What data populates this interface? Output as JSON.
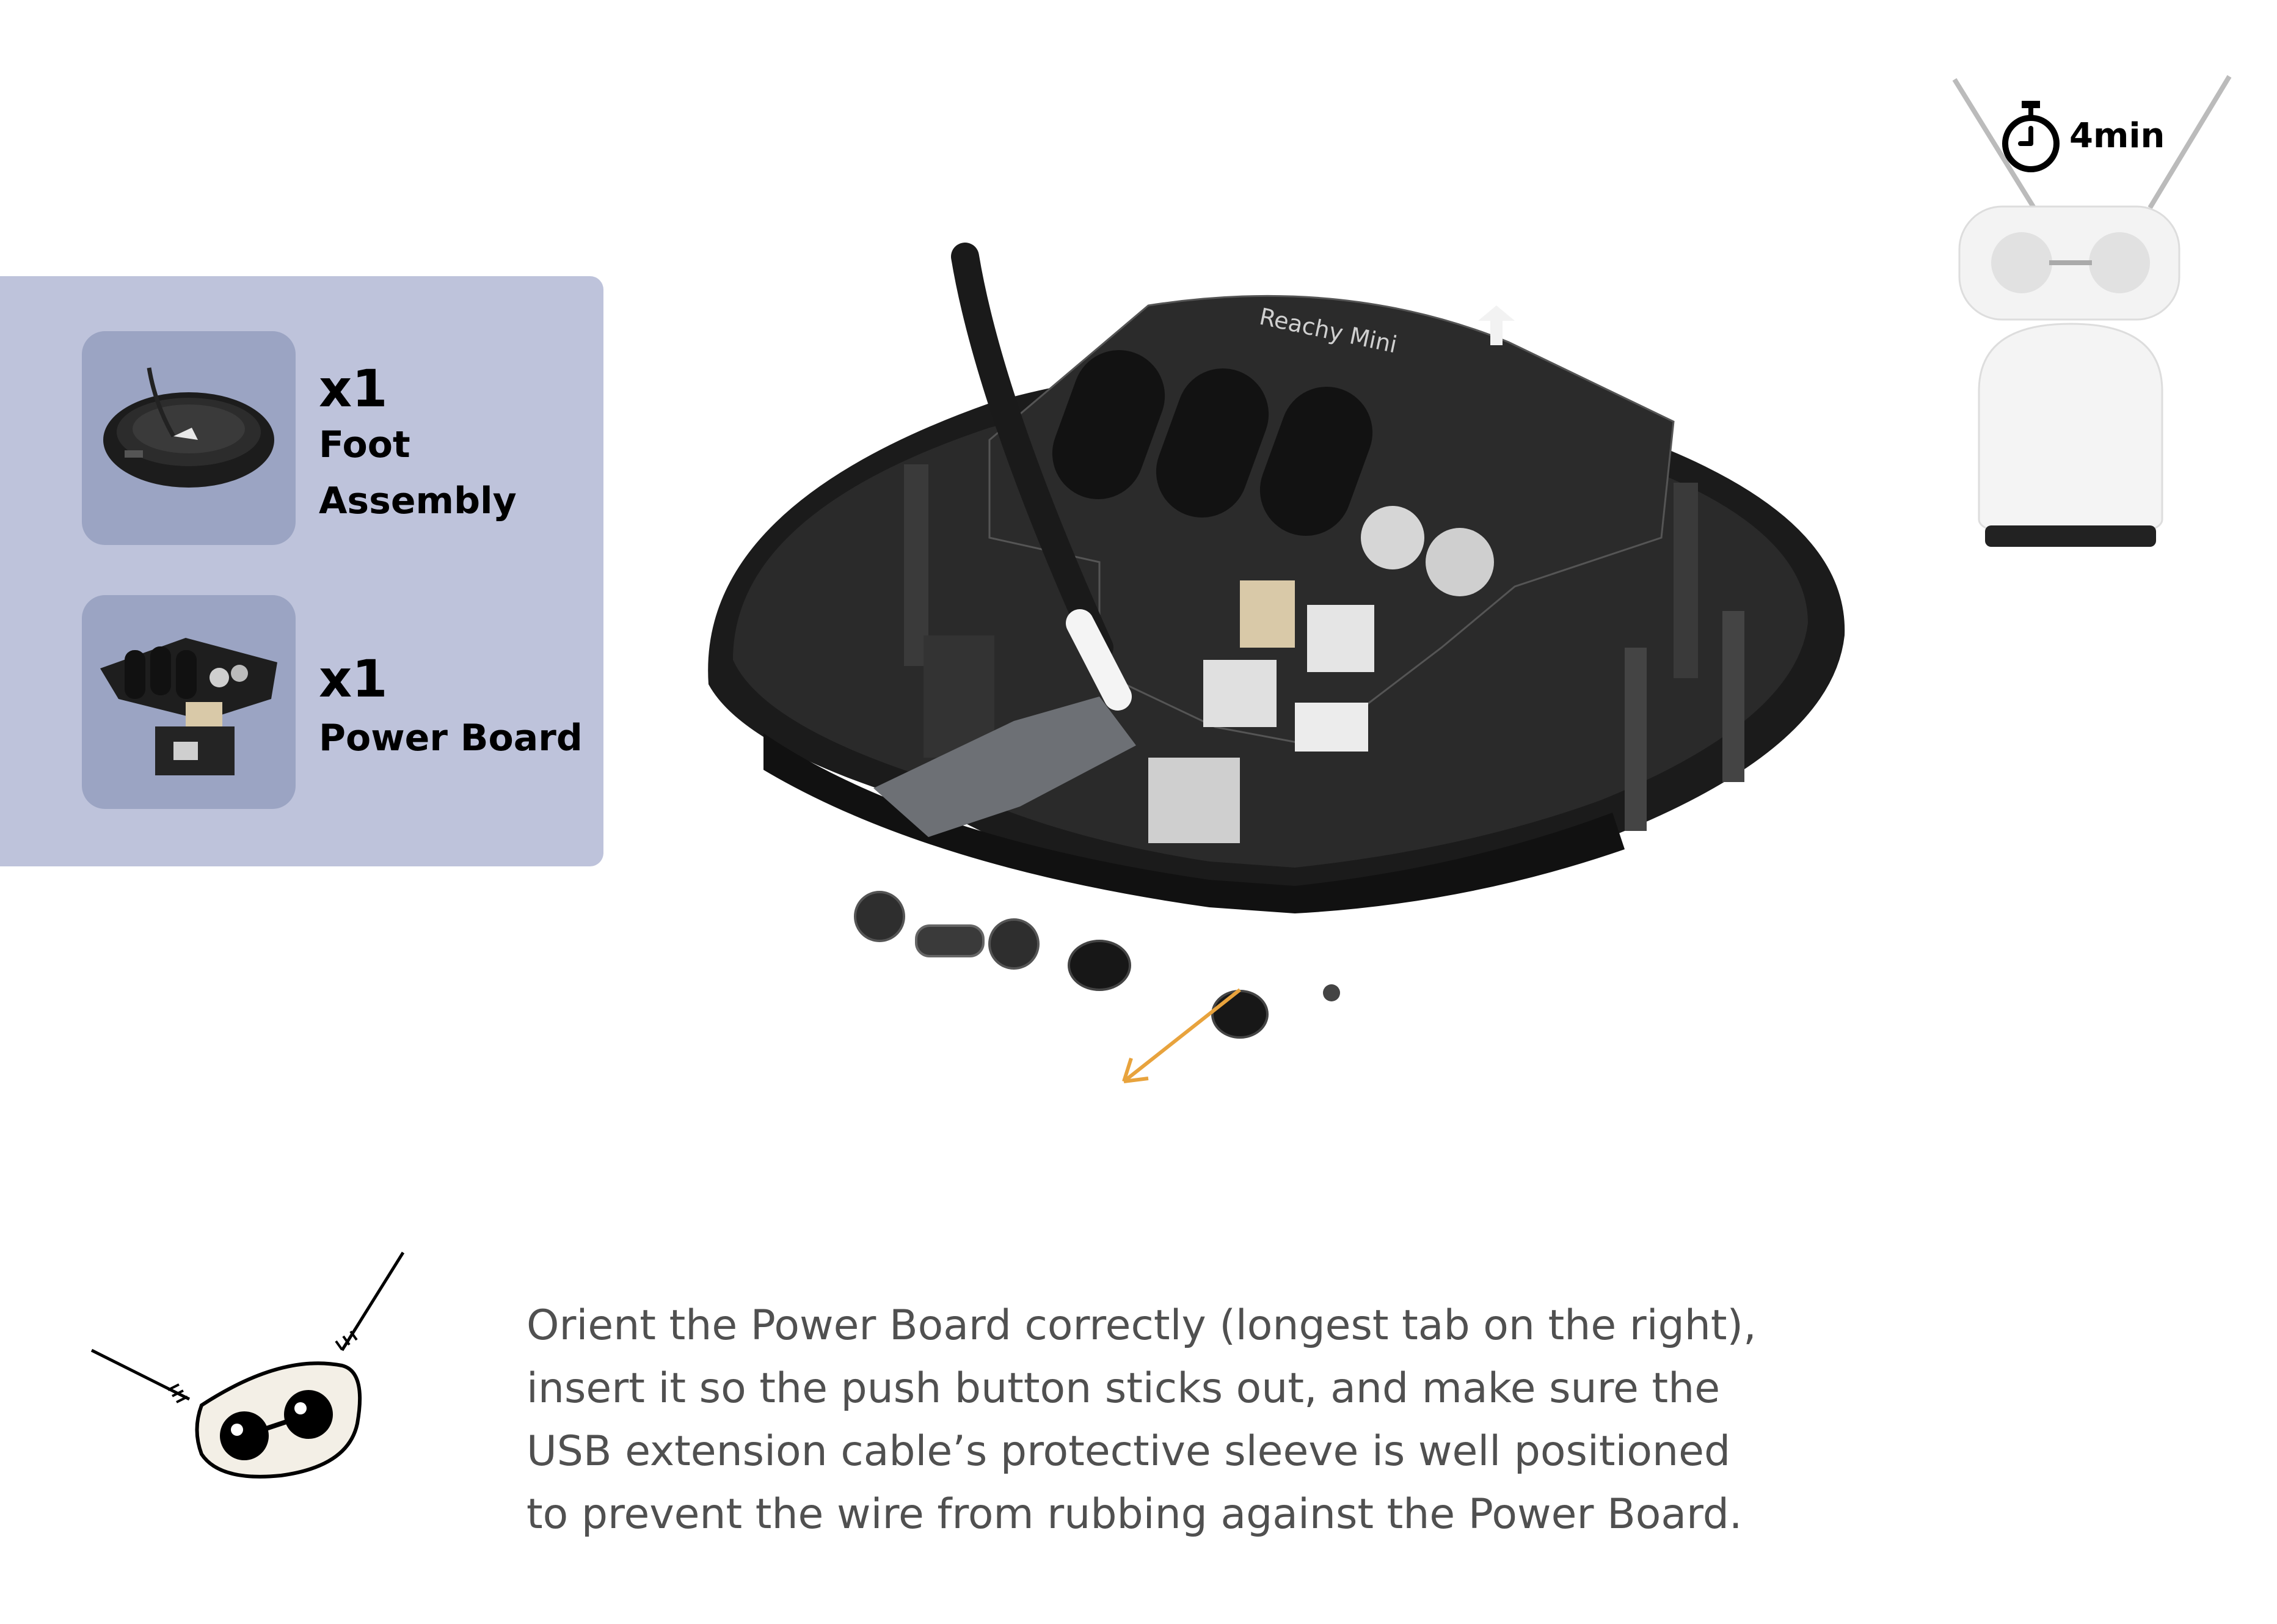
{
  "parts": [
    {
      "qty": "x1",
      "name": "Foot\nAssembly",
      "icon": "foot-assembly-icon"
    },
    {
      "qty": "x1",
      "name": "Power Board",
      "icon": "power-board-icon"
    }
  ],
  "timer": {
    "label": "4min",
    "icon": "stopwatch-icon"
  },
  "board_print": {
    "title": "Reachy Mini"
  },
  "instruction": {
    "lines": [
      "Orient the Power Board correctly (longest tab on the right),",
      "insert it so the push button sticks out, and make sure the",
      "USB extension cable’s protective sleeve is well positioned",
      "to prevent the wire from rubbing against the Power Board."
    ]
  },
  "colors": {
    "panel": "#bec3db",
    "thumb": "#9ba4c3",
    "text": "#505050",
    "arrow": "#e8a33d"
  }
}
